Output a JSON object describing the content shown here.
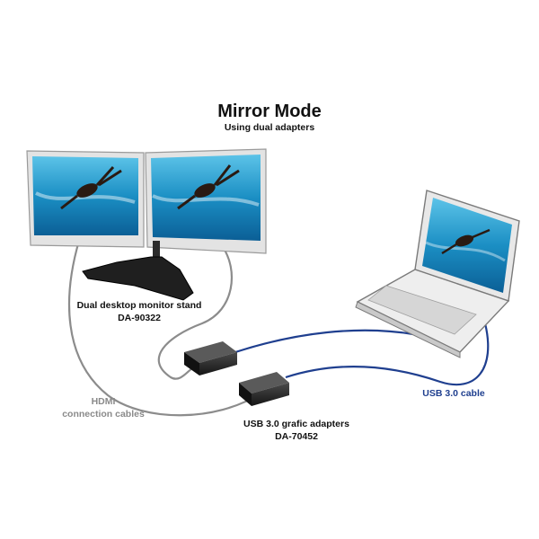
{
  "diagram": {
    "title": "Mirror Mode",
    "subtitle": "Using dual adapters",
    "stand": {
      "name": "Dual desktop monitor stand",
      "code": "DA-90322"
    },
    "hdmi": {
      "line1": "HDMI",
      "line2": "connection cables"
    },
    "adapters": {
      "name": "USB 3.0 grafic adapters",
      "code": "DA-70452"
    },
    "usb_cable": "USB 3.0 cable"
  },
  "colors": {
    "hdmi_cable": "#8c8c8c",
    "usb_cable": "#1f3f8f",
    "screen_water": "#1b8fc4",
    "monitor_frame": "#d9d9d9",
    "adapter_body": "#2b2b2b"
  },
  "icons": [
    "monitor-icon",
    "laptop-icon",
    "usb-adapter-icon",
    "monitor-stand-icon"
  ]
}
